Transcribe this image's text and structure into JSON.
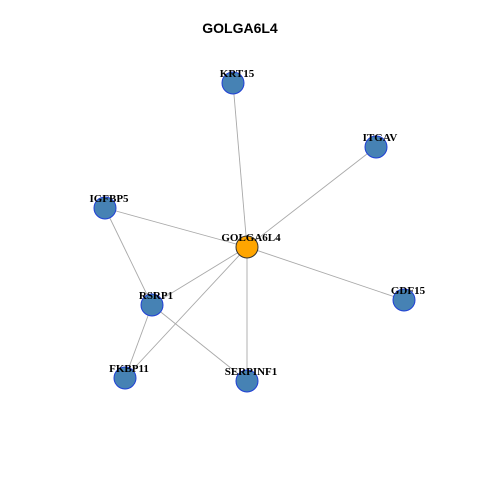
{
  "title": "GOLGA6L4",
  "colors": {
    "hub": "#ffa500",
    "node": "#4682b4",
    "edge": "#a9a9a9",
    "border": "#1f3fd6"
  },
  "nodes": [
    {
      "id": "GOLGA6L4",
      "label": "GOLGA6L4",
      "type": "hub"
    },
    {
      "id": "KRT15",
      "label": "KRT15",
      "type": "node"
    },
    {
      "id": "ITGAV",
      "label": "ITGAV",
      "type": "node"
    },
    {
      "id": "IGFBP5",
      "label": "IGFBP5",
      "type": "node"
    },
    {
      "id": "GDF15",
      "label": "GDF15",
      "type": "node"
    },
    {
      "id": "RSRP1",
      "label": "RSRP1",
      "type": "node"
    },
    {
      "id": "FKBP11",
      "label": "FKBP11",
      "type": "node"
    },
    {
      "id": "SERPINF1",
      "label": "SERPINF1",
      "type": "node"
    }
  ],
  "edges": [
    [
      "GOLGA6L4",
      "KRT15"
    ],
    [
      "GOLGA6L4",
      "ITGAV"
    ],
    [
      "GOLGA6L4",
      "IGFBP5"
    ],
    [
      "GOLGA6L4",
      "GDF15"
    ],
    [
      "GOLGA6L4",
      "RSRP1"
    ],
    [
      "GOLGA6L4",
      "FKBP11"
    ],
    [
      "GOLGA6L4",
      "SERPINF1"
    ],
    [
      "IGFBP5",
      "RSRP1"
    ],
    [
      "RSRP1",
      "FKBP11"
    ],
    [
      "RSRP1",
      "SERPINF1"
    ]
  ]
}
